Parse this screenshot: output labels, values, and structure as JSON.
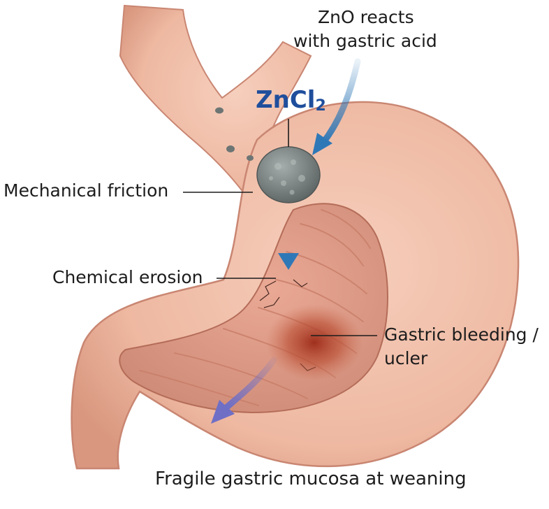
{
  "labels": {
    "reaction_line1": "ZnO reacts",
    "reaction_line2": "with gastric acid",
    "compound_main": "ZnCl",
    "compound_sub": "2",
    "friction": "Mechanical friction",
    "erosion": "Chemical erosion",
    "bleeding_line1": "Gastric bleeding /",
    "bleeding_line2": "ucler",
    "caption": "Fragile gastric mucosa at weaning"
  },
  "colors": {
    "stomach_outer": "#eeb8a1",
    "stomach_edge": "#c98672",
    "stomach_inner": "#e3a08c",
    "mucosa_fold": "#c97e69",
    "bleeding": "#a8331e",
    "pellet": "#7d8685",
    "arrow_blue": "#2f78b7",
    "arrow_purple": "#6f6fc6",
    "compound_text": "#1f4e9c"
  }
}
